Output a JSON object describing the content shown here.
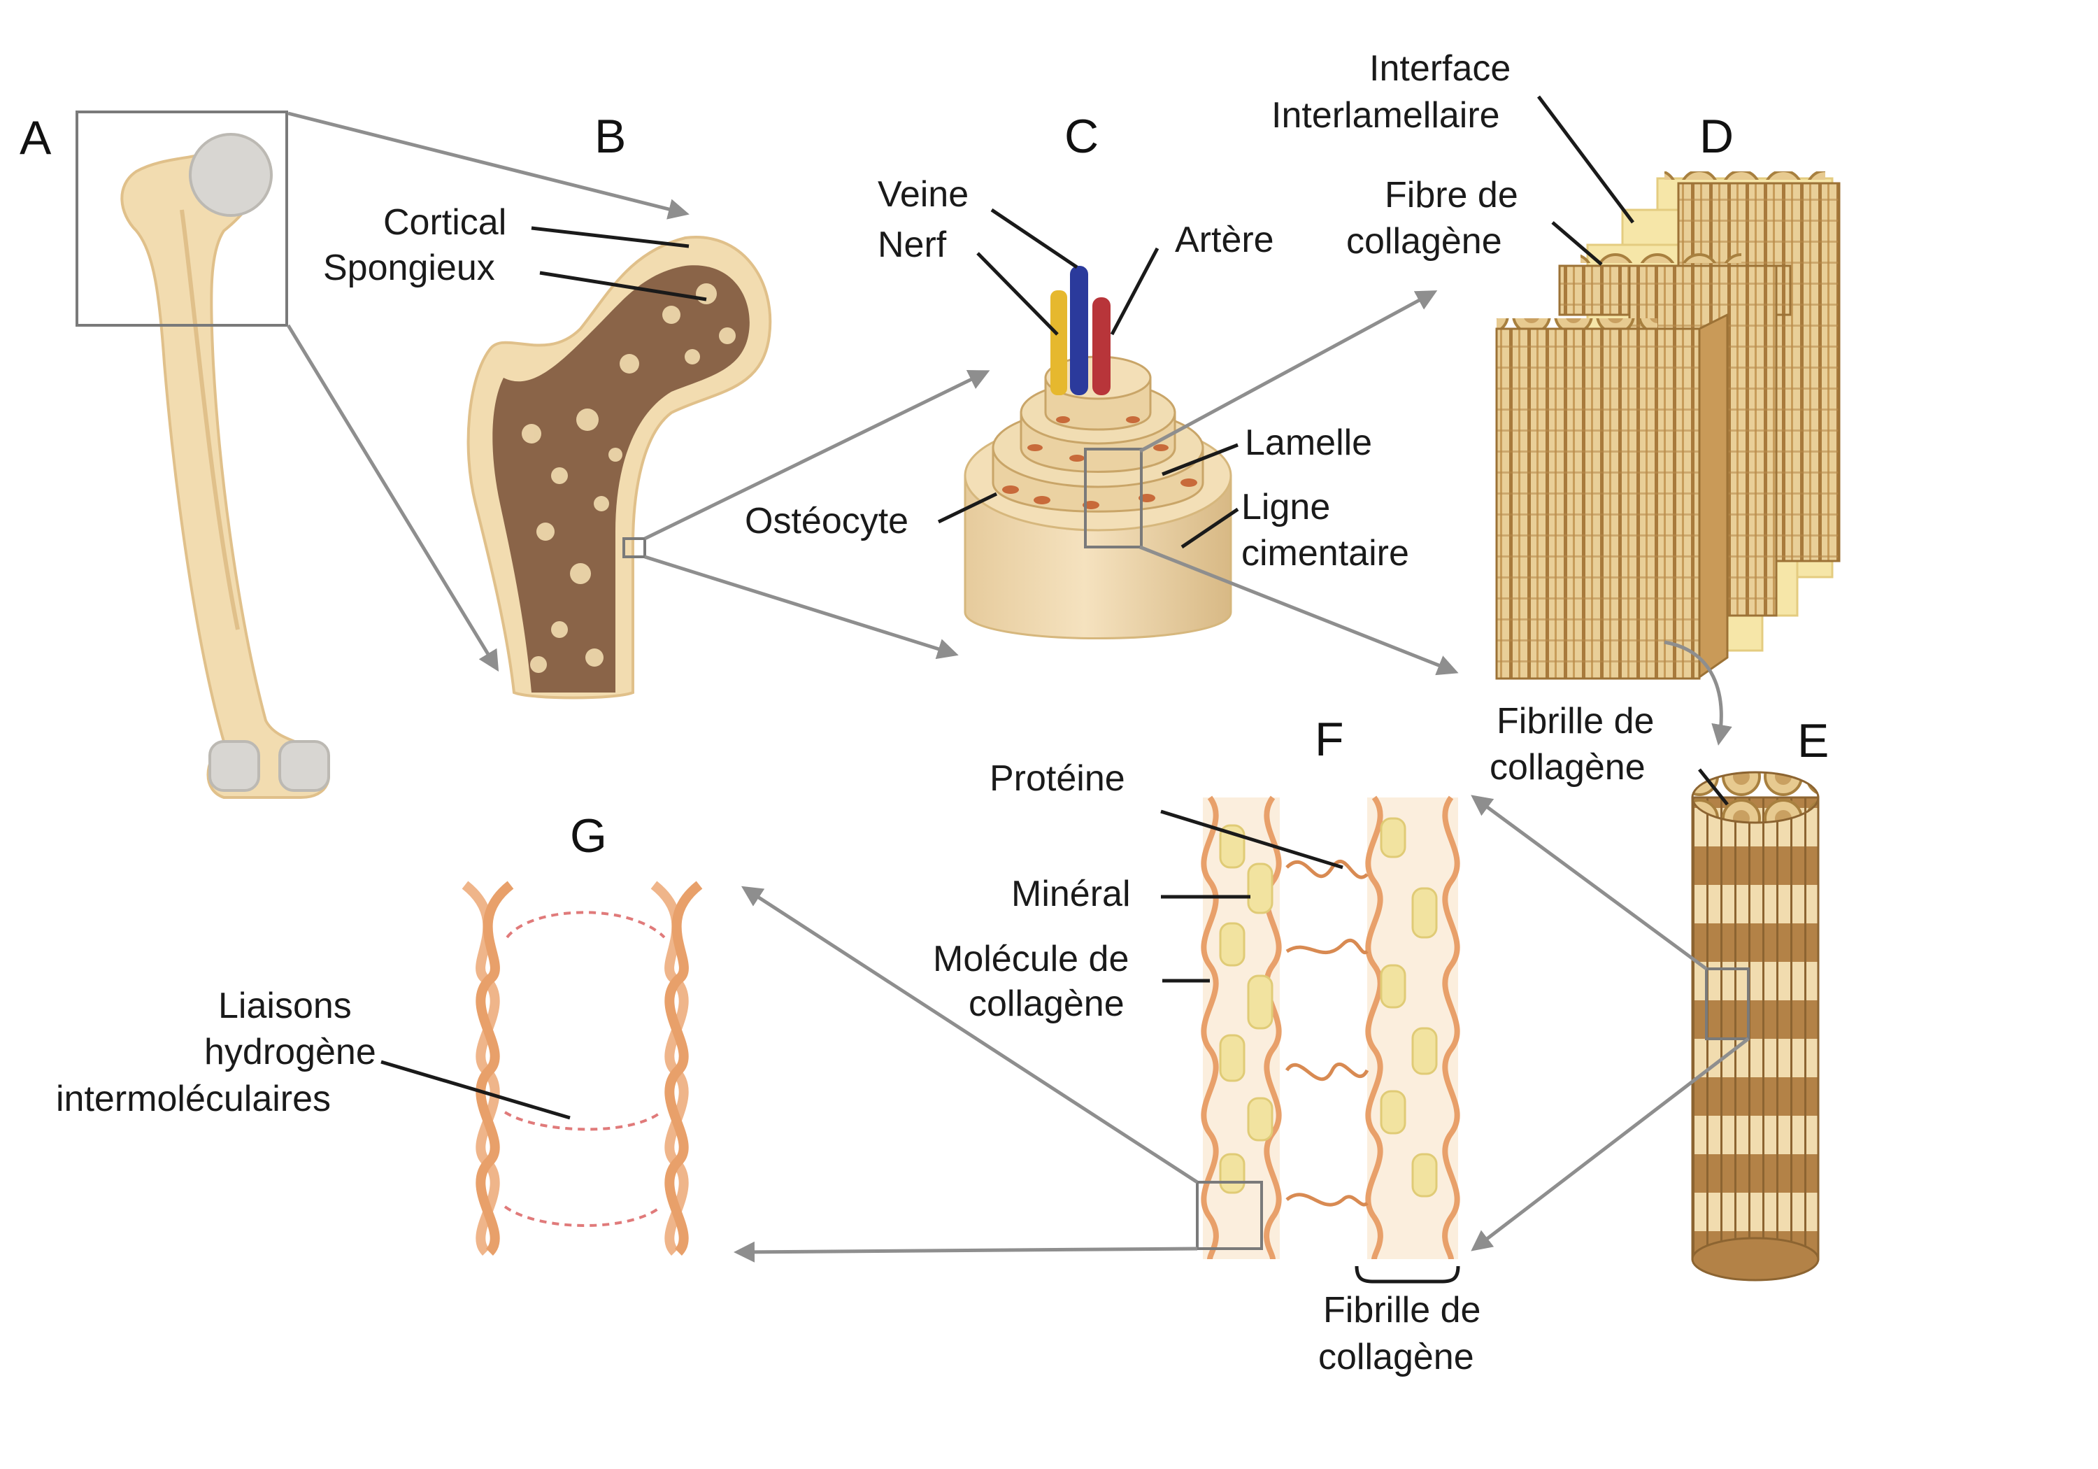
{
  "panels": {
    "a": "A",
    "b": "B",
    "c": "C",
    "d": "D",
    "e": "E",
    "f": "F",
    "g": "G"
  },
  "labels": {
    "cortical": "Cortical",
    "spongieux": "Spongieux",
    "veine": "Veine",
    "nerf": "Nerf",
    "artere": "Artère",
    "lamelle": "Lamelle",
    "osteocyte": "Ostéocyte",
    "ligne_1": "Ligne",
    "ligne_2": "cimentaire",
    "interface_1": "Interface",
    "interface_2": "Interlamellaire",
    "fibre_1": "Fibre de",
    "fibre_2": "collagène",
    "fibrille_e_1": "Fibrille de",
    "fibrille_e_2": "collagène",
    "proteine": "Protéine",
    "mineral": "Minéral",
    "molecule_1": "Molécule de",
    "molecule_2": "collagène",
    "fibrille_f_1": "Fibrille de",
    "fibrille_f_2": "collagène",
    "liaisons_1": "Liaisons",
    "liaisons_2": "hydrogène",
    "liaisons_3": "intermoléculaires"
  },
  "colors": {
    "bone": "#f2dcb0",
    "bone_edge": "#e2c48c",
    "spongy": "#8a6448",
    "cartilage": "#d8d6d2",
    "vein": "#2b3a9c",
    "artery": "#b8353a",
    "nerve": "#e6b82e",
    "collagen_light": "#efd6a6",
    "collagen_dark": "#9c7236",
    "sheet": "#f6e6a8",
    "triple_helix": "#e8a06a",
    "mineral": "#f2e3a0",
    "arrow": "#8e8e8e"
  }
}
